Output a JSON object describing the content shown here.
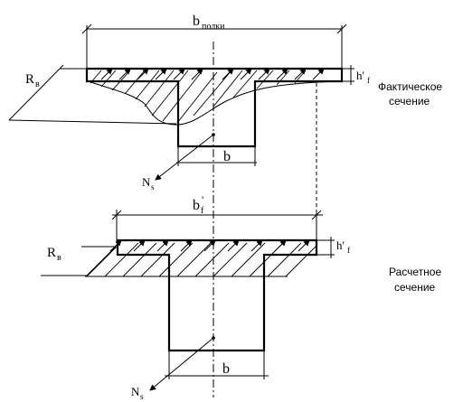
{
  "labels": {
    "b_shelf_main": "b",
    "b_shelf_sub": "полки",
    "r_top_main": "R",
    "r_top_sub": "в",
    "hf_top_main": "h'",
    "hf_top_sub": "f",
    "b_top": "b",
    "ns_top_main": "N",
    "ns_top_sub": "s",
    "bf_main": "b",
    "bf_sub": "f",
    "bf_prime": "'",
    "r_bot_main": "R",
    "r_bot_sub": "в",
    "hf_bot_main": "h'",
    "hf_bot_sub": "f",
    "b_bot": "b",
    "ns_bot_main": "N",
    "ns_bot_sub": "s"
  },
  "captions": {
    "actual_line1": "Фактическое",
    "actual_line2": "сечение",
    "design_line1": "Расчетное",
    "design_line2": "сечение"
  }
}
